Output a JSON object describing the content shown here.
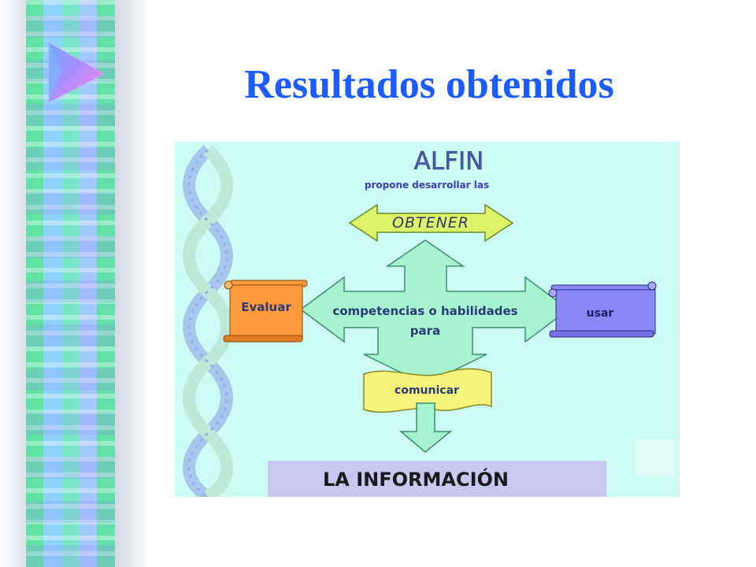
{
  "slide": {
    "title": "Resultados obtenidos"
  },
  "diagram": {
    "heading": "ALFIN",
    "subheading": "propone desarrollar las",
    "top_arrow_label": "OBTENER",
    "center_label_line1": "competencias o habilidades",
    "center_label_line2": "para",
    "left_scroll_label": "Evaluar",
    "right_scroll_label": "usar",
    "bottom_banner_label": "comunicar",
    "footer_label": "LA INFORMACIÓN"
  },
  "colors": {
    "title": "#1a5cff",
    "panel_bg": "#ccfcf4",
    "cross": "#a7f3cf",
    "top_arrow": "#dff36a",
    "left_scroll": "#ff9a3c",
    "right_scroll": "#8b86f5",
    "banner": "#f6f47a",
    "footer_bar": "#c9c8f3",
    "heading_text": "#4a5aa8"
  },
  "icons": {
    "corner": "play-triangle-icon",
    "spiral": "dna-spiral-icon"
  }
}
